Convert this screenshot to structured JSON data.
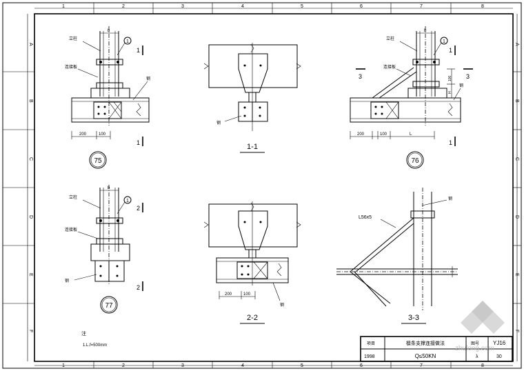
{
  "grid": {
    "columns": [
      "1",
      "2",
      "3",
      "4",
      "5",
      "6",
      "7",
      "8"
    ],
    "rows": [
      "A",
      "B",
      "C",
      "D",
      "E",
      "F"
    ]
  },
  "detail75": {
    "dim_b": "b",
    "label_column": "立柱",
    "label_plate": "连接板",
    "label_beam": "钢",
    "item_no": "1",
    "section_mark": "1",
    "dim_left": "200",
    "dim_right": "100",
    "callout": "75"
  },
  "detail76": {
    "dim_b": "b",
    "label_column": "立柱",
    "label_brace": "连接板",
    "label_beam": "钢",
    "item_no": "1",
    "section_mark": "1",
    "section3": "3",
    "dim_side1": "100",
    "dim_side2": "H",
    "dim_left": "200",
    "dim_mid": "100",
    "dim_l": "L",
    "callout": "76"
  },
  "detail77": {
    "dim_b": "b",
    "label_column": "立柱",
    "label_plate": "连接板",
    "label_beam": "钢",
    "item_no": "1",
    "section_mark": "2",
    "callout": "77"
  },
  "section11": {
    "label_beam": "钢",
    "title": "1-1"
  },
  "section22": {
    "dim_left": "200",
    "dim_right": "100",
    "label_beam": "钢",
    "title": "2-2"
  },
  "section33": {
    "label_angle": "L56x5",
    "label_column": "钢",
    "title": "3-3"
  },
  "note": {
    "heading": "注",
    "line1": "1.L.f=500mm"
  },
  "title_block": {
    "label_project": "项目",
    "project_year": "1998",
    "title": "檩条支撑连接做法",
    "load": "Q≤50KN",
    "label_sheet": "图号",
    "sheet_no": "YJ16",
    "label_page": "λ",
    "page_no": "30"
  },
  "watermark": "zhulong.com"
}
